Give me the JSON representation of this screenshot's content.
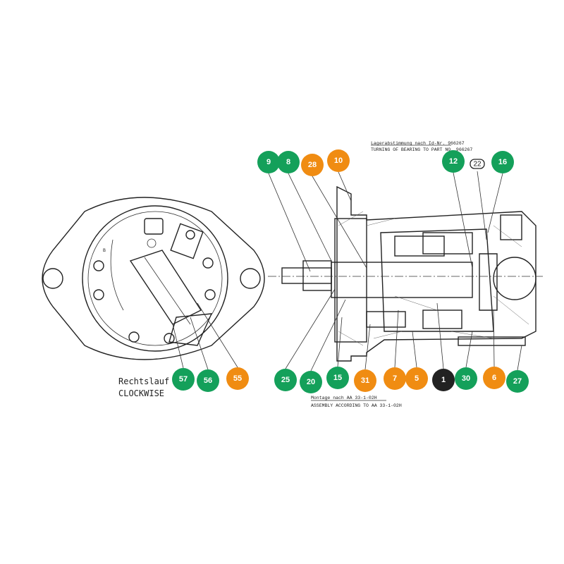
{
  "colors": {
    "green": "#14a05a",
    "orange": "#f08c12",
    "black": "#222222"
  },
  "notes": {
    "bearing_de": "Lagerabstimmung nach Id-Nr. 966267",
    "bearing_en": "TURNING OF BEARING TO PART NO. 966267",
    "assembly_de": "Montage nach AA 33-1-02H",
    "assembly_en": "ASSEMBLY ACCORDING TO AA 33-1-02H",
    "rotation_de": "Rechtslauf",
    "rotation_en": "CLOCKWISE",
    "port_label": "B"
  },
  "markers": {
    "m9": "9",
    "m8": "8",
    "m28": "28",
    "m10": "10",
    "m12": "12",
    "m22": "22",
    "m16": "16",
    "m57": "57",
    "m56": "56",
    "m55": "55",
    "m25": "25",
    "m20": "20",
    "m15": "15",
    "m31": "31",
    "m7": "7",
    "m5": "5",
    "m1": "1",
    "m30": "30",
    "m6": "6",
    "m27": "27"
  }
}
